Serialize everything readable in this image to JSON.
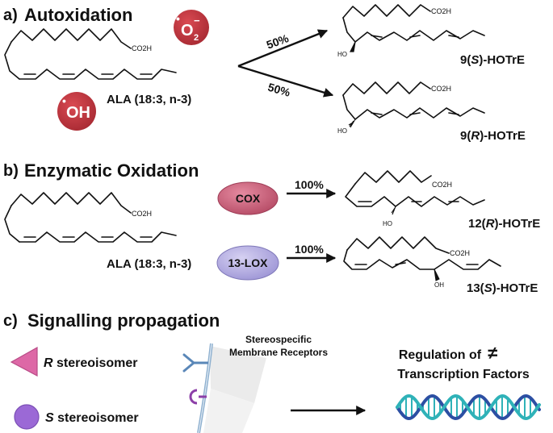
{
  "colors": {
    "radical_red": "#c0323b",
    "cox_pink": "#c85d78",
    "lox_purple": "#b4aee0",
    "r_marker": "#dd68a6",
    "s_marker": "#9b69d6",
    "receptor_blue": "#5a87b8",
    "receptor_purple": "#8c3fa8",
    "dna_blue": "#2c4fa3",
    "dna_teal": "#2fb2b8"
  },
  "section_a": {
    "letter": "a)",
    "title": "Autoxidation",
    "superoxide": {
      "dot": "•",
      "main": "O",
      "sub": "2",
      "sup": "−"
    },
    "hydroxyl": {
      "dot": "•",
      "main": "OH"
    },
    "substrate_label": "ALA (18:3, n-3)",
    "substrate_co2h": "CO2H",
    "branch_top_pct": "50%",
    "branch_bottom_pct": "50%",
    "product_top": {
      "prefix": "9(",
      "config": "S",
      "suffix": ")-HOTrE",
      "co2h": "CO2H",
      "ho": "HO"
    },
    "product_bottom": {
      "prefix": "9(",
      "config": "R",
      "suffix": ")-HOTrE",
      "co2h": "CO2H",
      "ho": "HO"
    }
  },
  "section_b": {
    "letter": "b)",
    "title": "Enzymatic Oxidation",
    "substrate_label": "ALA (18:3, n-3)",
    "substrate_co2h": "CO2H",
    "enzyme_top": "COX",
    "enzyme_bottom": "13-LOX",
    "pct_top": "100%",
    "pct_bottom": "100%",
    "product_top": {
      "prefix": "12(",
      "config": "R",
      "suffix": ")-HOTrE",
      "co2h": "CO2H",
      "ho": "HO"
    },
    "product_bottom": {
      "prefix": "13(",
      "config": "S",
      "suffix": ")-HOTrE",
      "co2h": "CO2H",
      "oh": "OH"
    }
  },
  "section_c": {
    "letter": "c)",
    "title": "Signalling propagation",
    "legend_r": {
      "letter": "R",
      "text": " stereoisomer"
    },
    "legend_s": {
      "letter": "S",
      "text": " stereoisomer"
    },
    "receptor_line1": "Stereospecific",
    "receptor_line2": "Membrane Receptors",
    "regulation_line1": "Regulation of",
    "not_equal": "≠",
    "regulation_line2": "Transcription Factors"
  }
}
